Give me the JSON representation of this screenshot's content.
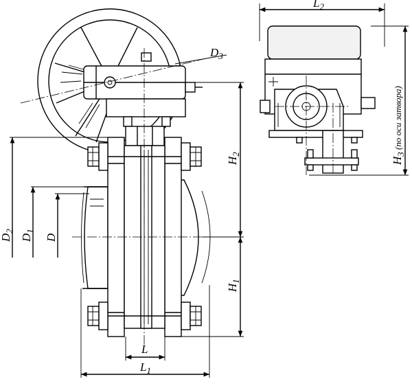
{
  "labels": {
    "D3": {
      "main": "D",
      "sub": "3"
    },
    "H2": {
      "main": "H",
      "sub": "2"
    },
    "H1": {
      "main": "H",
      "sub": "1"
    },
    "D2": {
      "main": "D",
      "sub": "2"
    },
    "D1": {
      "main": "D",
      "sub": "1"
    },
    "D": {
      "main": "D"
    },
    "L": {
      "main": "L"
    },
    "L1": {
      "main": "L",
      "sub": "1"
    },
    "L2": {
      "main": "L",
      "sub": "2"
    },
    "H3": {
      "main": "H",
      "sub": "3",
      "note": " (по оси затвора)"
    }
  }
}
